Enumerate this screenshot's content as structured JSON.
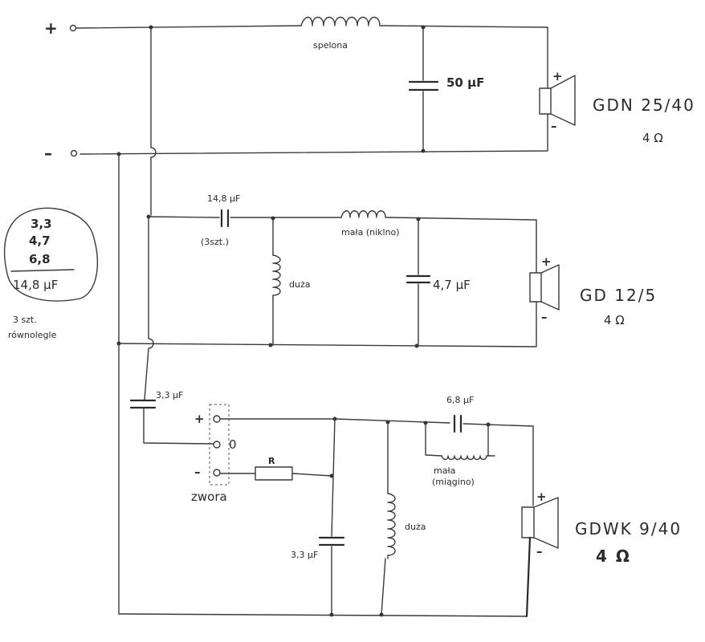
{
  "terminals": {
    "plus": "+",
    "minus": "–"
  },
  "tweeter_branch": {
    "coil_label": "spelona",
    "cap_label": "50 µF",
    "speaker": {
      "name": "GDN 25/40",
      "impedance": "4 Ω",
      "plus": "+",
      "minus": "–"
    }
  },
  "mid_branch": {
    "cap_label": "14,8 µF",
    "cap_note": "(3szt.)",
    "small_coil_label": "mała (niklno)",
    "big_coil_label": "duża",
    "cap2_label": "4,7 µF",
    "speaker": {
      "name": "GD 12/5",
      "impedance": "4 Ω",
      "plus": "+",
      "minus": "–"
    }
  },
  "bass_branch": {
    "input_cap_label": "3,3 µF",
    "jumper_label": "zwora",
    "jumper_plus": "+",
    "jumper_zero": "0",
    "jumper_minus": "–",
    "resistor_label": "R",
    "cap_label": "3,3 µF",
    "coil_label": "duża",
    "series_cap_label": "6,8 µF",
    "small_coil_label": "mała",
    "small_coil_note": "(miągino)",
    "speaker": {
      "name": "GDWK 9/40",
      "impedance": "4 Ω",
      "plus": "+",
      "minus": "–"
    }
  },
  "side_note": {
    "values": [
      "3,3",
      "4,7",
      "6,8"
    ],
    "total": "14,8 µF",
    "note_line1": "3 szt.",
    "note_line2": "równolegle"
  }
}
